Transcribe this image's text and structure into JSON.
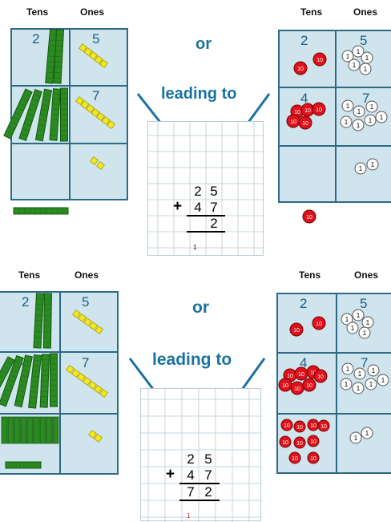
{
  "colors": {
    "accent": "#1b72a1",
    "grid_border": "#2d6a86",
    "grid_fill": "#cfe4ec",
    "rod": "#2c8a22",
    "cube": "#f3e81e",
    "counter_ten": "#e0111b",
    "counter_one": "#ffffff"
  },
  "top": {
    "left": {
      "header_tens": "Tens",
      "header_ones": "Ones",
      "row1_tens": "2",
      "row1_ones": "5",
      "row2_tens": "4",
      "row2_ones": "7"
    },
    "center_or": "or",
    "center_leading": "leading to",
    "right": {
      "header_tens": "Tens",
      "header_ones": "Ones",
      "row1_tens": "2",
      "row1_ones": "5",
      "row2_tens": "4",
      "row2_ones": "7",
      "counter_ten_label": "10",
      "counter_one_label": "1"
    },
    "paper": {
      "addend1": [
        "2",
        "5"
      ],
      "operator": "+",
      "addend2": [
        "4",
        "7"
      ],
      "result": [
        "",
        "2"
      ],
      "carry": "1"
    }
  },
  "bottom": {
    "left": {
      "header_tens": "Tens",
      "header_ones": "Ones",
      "row1_tens": "2",
      "row1_ones": "5",
      "row2_tens": "4",
      "row2_ones": "7"
    },
    "center_or": "or",
    "center_leading": "leading to",
    "right": {
      "header_tens": "Tens",
      "header_ones": "Ones",
      "row1_tens": "2",
      "row1_ones": "5",
      "row2_tens": "4",
      "row2_ones": "7",
      "counter_ten_label": "10",
      "counter_one_label": "1"
    },
    "paper": {
      "addend1": [
        "2",
        "5"
      ],
      "operator": "+",
      "addend2": [
        "4",
        "7"
      ],
      "result": [
        "7",
        "2"
      ],
      "carry": "1"
    }
  }
}
